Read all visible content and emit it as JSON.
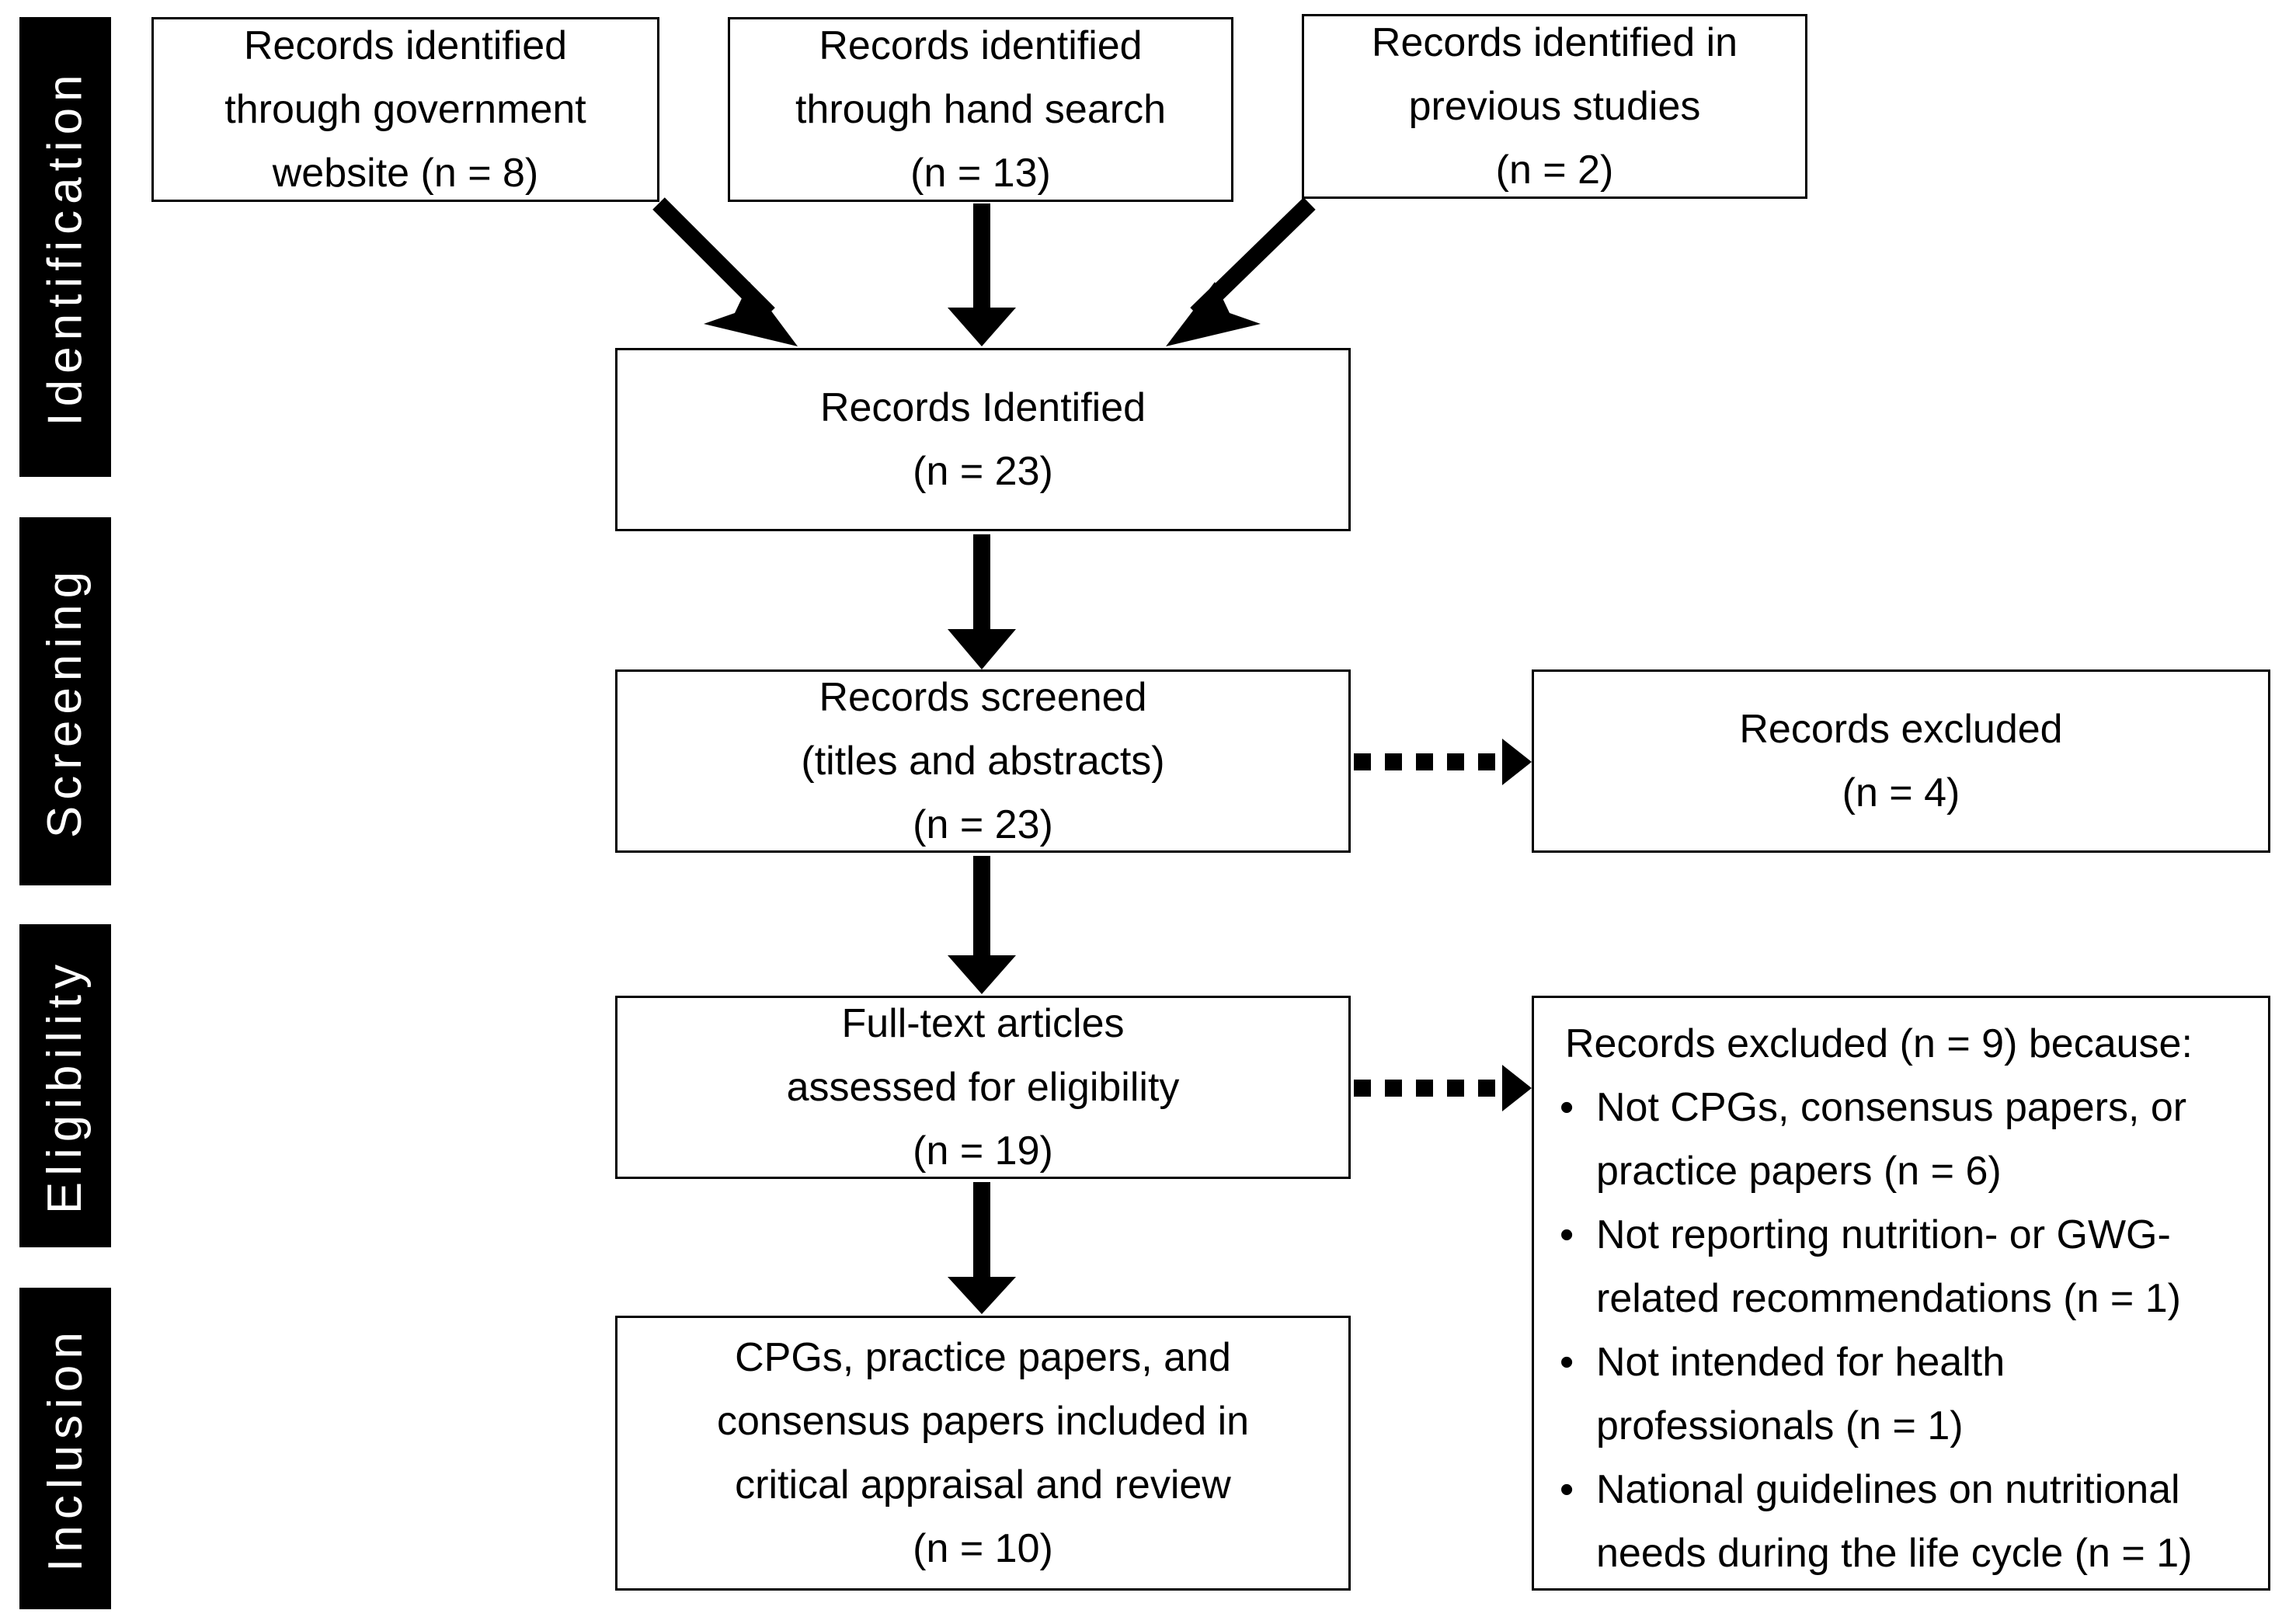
{
  "phases": [
    {
      "label": "Identification"
    },
    {
      "label": "Screening"
    },
    {
      "label": "Eligibility"
    },
    {
      "label": "Inclusion"
    }
  ],
  "sources": [
    {
      "lines": [
        "Records identified",
        "through government",
        "website (n = 8)"
      ]
    },
    {
      "lines": [
        "Records identified",
        "through hand search",
        "(n = 13)"
      ]
    },
    {
      "lines": [
        "Records identified in",
        "previous studies",
        "(n = 2)"
      ]
    }
  ],
  "identified": {
    "lines": [
      "Records Identified",
      "(n = 23)"
    ]
  },
  "screened": {
    "lines": [
      "Records screened",
      "(titles and abstracts)",
      "(n = 23)"
    ]
  },
  "excluded_screening": {
    "lines": [
      "Records excluded",
      "(n = 4)"
    ]
  },
  "fulltext": {
    "lines": [
      "Full-text articles",
      "assessed for eligibility",
      "(n = 19)"
    ]
  },
  "included": {
    "lines": [
      "CPGs, practice papers, and",
      "consensus papers included in",
      "critical appraisal and review",
      "(n = 10)"
    ]
  },
  "excluded_eligibility": {
    "heading": "Records excluded (n = 9) because:",
    "bullet_symbol": "•",
    "reasons": [
      {
        "lines": [
          "Not CPGs, consensus papers, or",
          "practice papers (n = 6)"
        ]
      },
      {
        "lines": [
          "Not reporting nutrition- or GWG-",
          "related recommendations (n = 1)"
        ]
      },
      {
        "lines": [
          "Not intended for health",
          "professionals (n = 1)"
        ]
      },
      {
        "lines": [
          "National guidelines on nutritional",
          "needs during the life cycle (n = 1)"
        ]
      }
    ]
  }
}
